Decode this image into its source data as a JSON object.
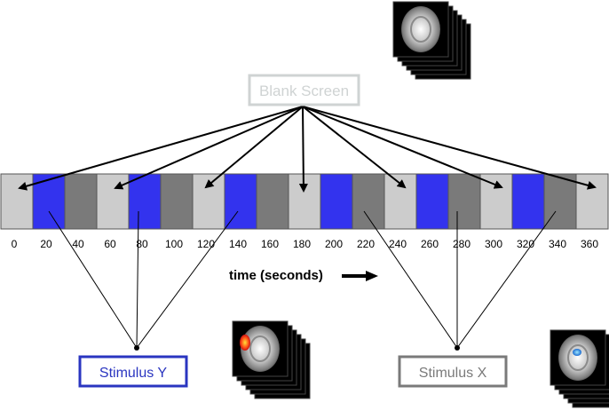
{
  "diagram": {
    "blank_label": "Blank Screen",
    "time_label": "time (seconds)",
    "stimulus_y_label": "Stimulus Y",
    "stimulus_x_label": "Stimulus X",
    "ticks": [
      "0",
      "20",
      "40",
      "60",
      "80",
      "100",
      "120",
      "140",
      "160",
      "180",
      "200",
      "220",
      "240",
      "260",
      "280",
      "300",
      "320",
      "340",
      "360"
    ],
    "block_pattern": [
      "blank",
      "Y",
      "X",
      "blank",
      "Y",
      "X",
      "blank",
      "Y",
      "X",
      "blank",
      "Y",
      "X",
      "blank",
      "Y",
      "X",
      "blank",
      "Y",
      "X",
      "blank"
    ],
    "colors": {
      "blank": "#cccccc",
      "stimulus_y": "#3333ee",
      "stimulus_x": "#7a7a7a",
      "blank_box_border": "#cfd3d3",
      "blank_box_text": "#cfd3d3",
      "stimulus_y_border": "#2a35c0",
      "stimulus_x_border": "#7a7a7a"
    },
    "icons": {
      "brain_stack_top": "brain-scan-stack-icon",
      "brain_stack_y": "brain-scan-stack-activation-icon",
      "brain_stack_x": "brain-scan-stack-activation-icon"
    }
  }
}
